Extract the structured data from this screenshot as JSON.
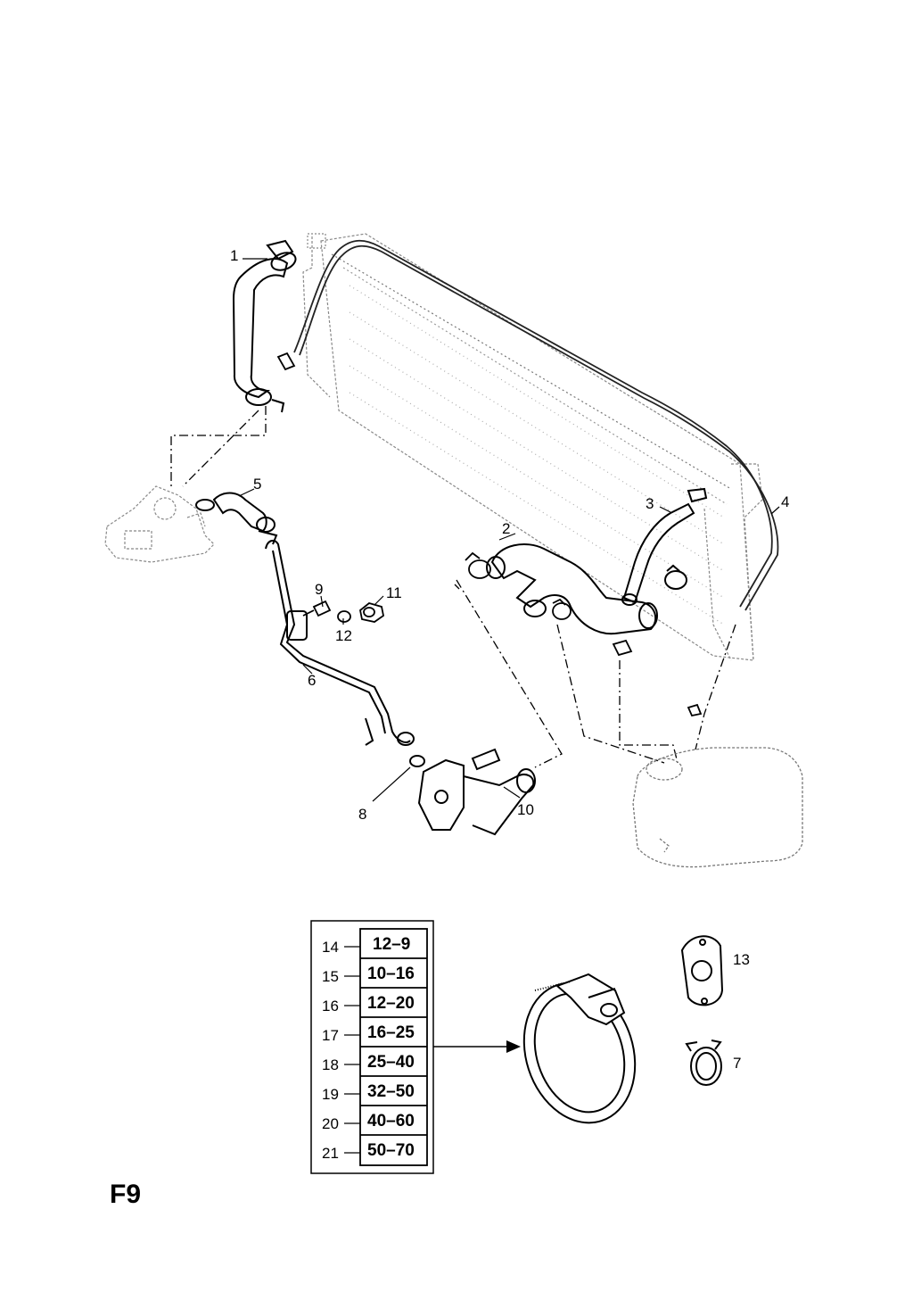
{
  "diagram": {
    "page_code": "F9",
    "callouts": [
      "1",
      "2",
      "3",
      "4",
      "5",
      "6",
      "8",
      "9",
      "10",
      "11",
      "12",
      "13",
      "7"
    ],
    "clamp_table": [
      {
        "item": "14",
        "range": "12–9"
      },
      {
        "item": "15",
        "range": "10–16"
      },
      {
        "item": "16",
        "range": "12–20"
      },
      {
        "item": "17",
        "range": "16–25"
      },
      {
        "item": "18",
        "range": "25–40"
      },
      {
        "item": "19",
        "range": "32–50"
      },
      {
        "item": "20",
        "range": "40–60"
      },
      {
        "item": "21",
        "range": "50–70"
      }
    ]
  }
}
